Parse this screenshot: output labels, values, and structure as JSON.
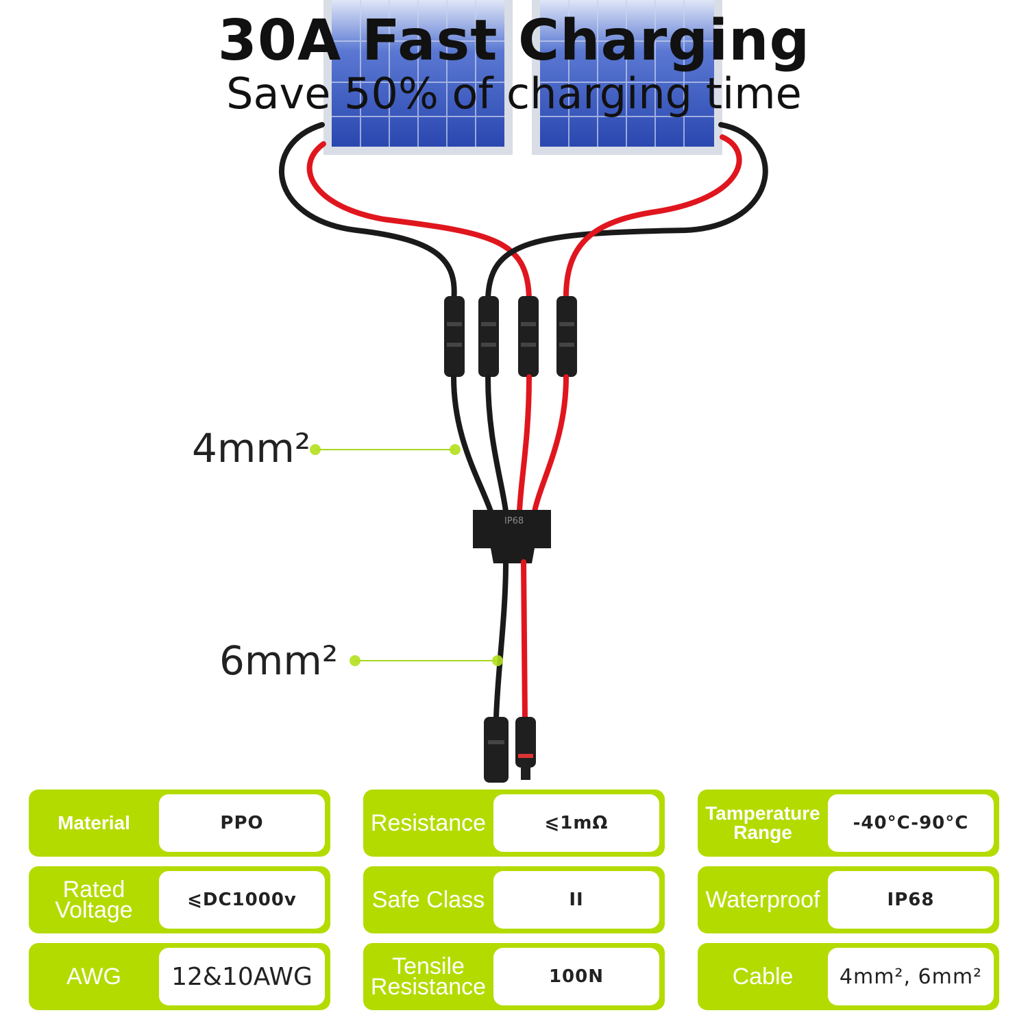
{
  "header": {
    "title": "30A Fast Charging",
    "subtitle": "Save 50% of charging time"
  },
  "illustration": {
    "hub_label": "IP68",
    "branch_cable_label": "4mm²",
    "output_cable_label": "6mm²"
  },
  "colors": {
    "accent_green": "#b4db00",
    "wire_red": "#e0161e",
    "wire_black": "#1a1a1a",
    "panel_blue": "#2b4fb8"
  },
  "specs": [
    {
      "label": "Material",
      "value": "PPO"
    },
    {
      "label": "Resistance",
      "value": "⩽1mΩ"
    },
    {
      "label": "Tamperature Range",
      "value": "-40°C-90°C"
    },
    {
      "label": "Rated Voltage",
      "value": "⩽DC1000v"
    },
    {
      "label": "Safe Class",
      "value": "II"
    },
    {
      "label": "Waterproof",
      "value": "IP68"
    },
    {
      "label": "AWG",
      "value": "12&10AWG"
    },
    {
      "label": "Tensile Resistance",
      "value": "100N"
    },
    {
      "label": "Cable",
      "value": "4mm², 6mm²"
    }
  ]
}
